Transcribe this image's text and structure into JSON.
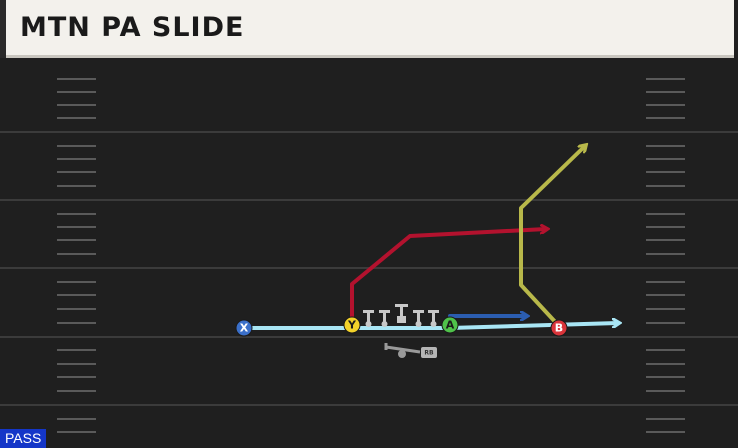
{
  "play": {
    "title": "MTN PA SLIDE",
    "type_badge": "PASS"
  },
  "players": {
    "x": "X",
    "y": "Y",
    "a": "A",
    "b": "B",
    "rb": "RB"
  },
  "colors": {
    "field": "#1f1f1f",
    "yard_line": "#3b3b3b",
    "hash": "#5a5a5a",
    "route_x": "#a9e6f5",
    "route_y": "#b3122e",
    "route_a": "#2b5db0",
    "route_b": "#b8b84a",
    "player_x": "#3a6fc9",
    "player_y": "#f2d22a",
    "player_a": "#4fc24a",
    "player_b": "#d9343a",
    "linemen": "#c8c8c8",
    "badge": "#1436c8"
  }
}
